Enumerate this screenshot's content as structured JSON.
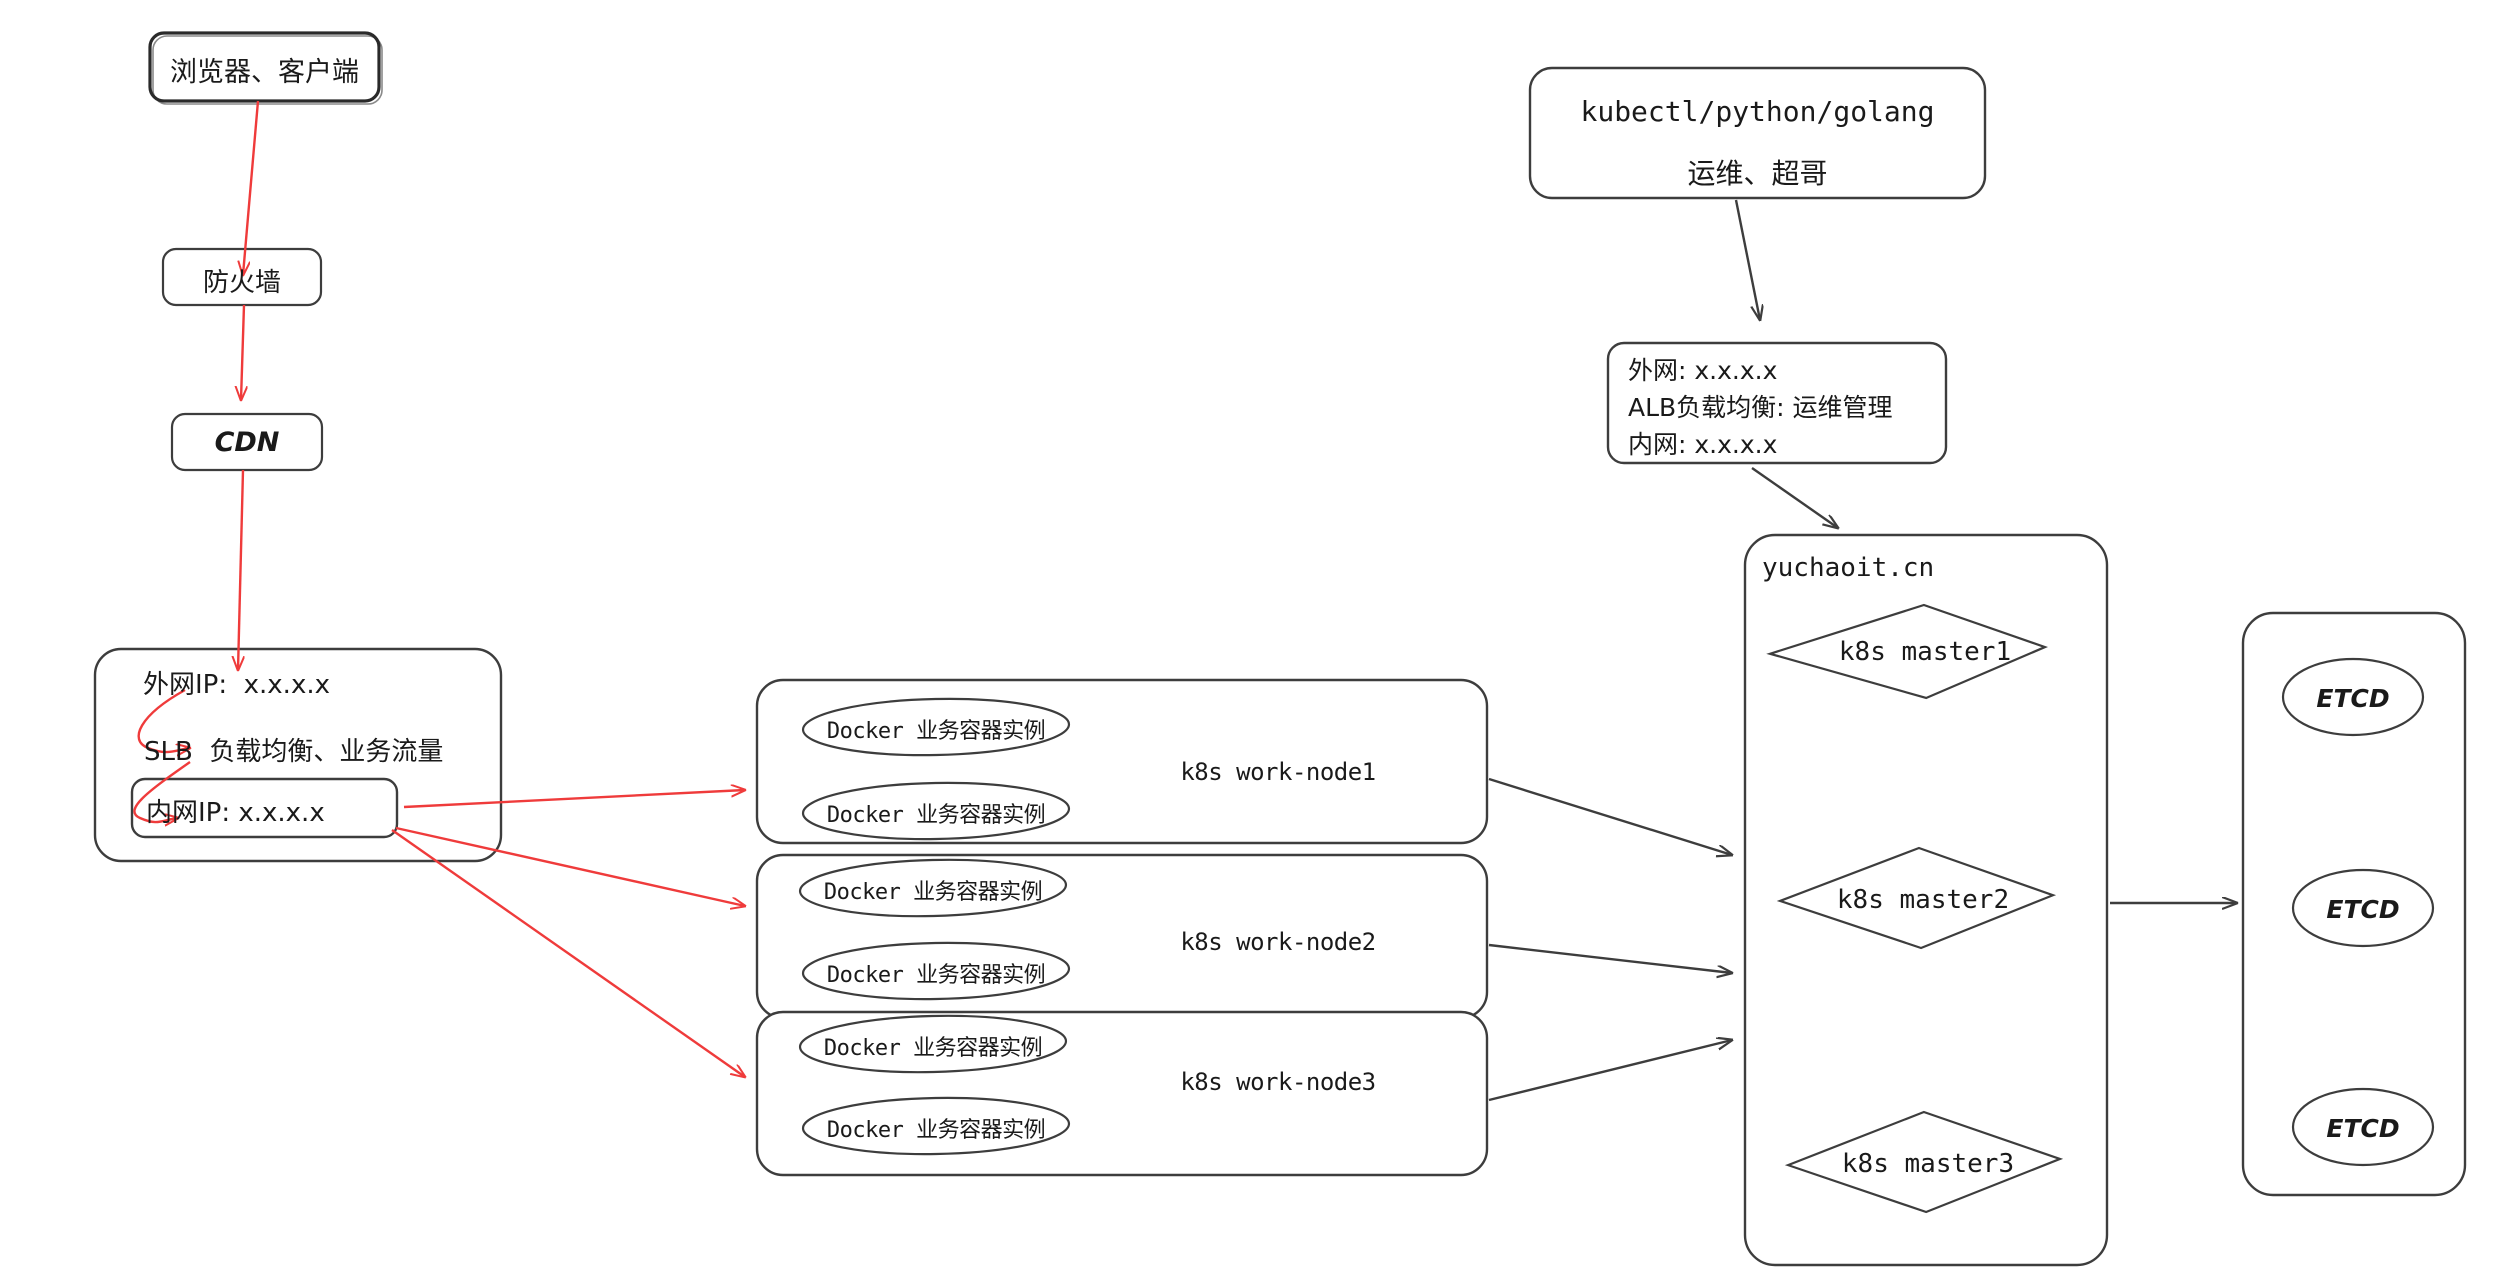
{
  "diagram": {
    "title": "k8s cluster architecture",
    "colors": {
      "stroke": "#3d3d3d",
      "traffic_arrow": "#ef3b3b",
      "control_arrow": "#3d3d3d",
      "text": "#1a1a1a",
      "background": "#ffffff"
    }
  },
  "client_flow": {
    "browser": {
      "label": "浏览器、客户端"
    },
    "firewall": {
      "label": "防火墙"
    },
    "cdn": {
      "label": "CDN"
    },
    "slb": {
      "public_ip": "外网IP:  x.x.x.x",
      "role": "SLB  负载均衡、业务流量",
      "private_ip": "内网IP: x.x.x.x"
    }
  },
  "worker_nodes": [
    {
      "name": "k8s work-node1",
      "containers": [
        "Docker 业务容器实例",
        "Docker 业务容器实例"
      ]
    },
    {
      "name": "k8s work-node2",
      "containers": [
        "Docker 业务容器实例",
        "Docker 业务容器实例"
      ]
    },
    {
      "name": "k8s work-node3",
      "containers": [
        "Docker 业务容器实例",
        "Docker 业务容器实例"
      ]
    }
  ],
  "ops_flow": {
    "client_tools": {
      "line1": "kubectl/python/golang",
      "line2": "运维、超哥"
    },
    "alb": {
      "line1": "外网: x.x.x.x",
      "line2": "ALB负载均衡: 运维管理",
      "line3": "内网: x.x.x.x"
    }
  },
  "control_plane": {
    "domain": "yuchaoit.cn",
    "masters": [
      "k8s master1",
      "k8s master2",
      "k8s master3"
    ]
  },
  "etcd_cluster": {
    "members": [
      "ETCD",
      "ETCD",
      "ETCD"
    ]
  }
}
